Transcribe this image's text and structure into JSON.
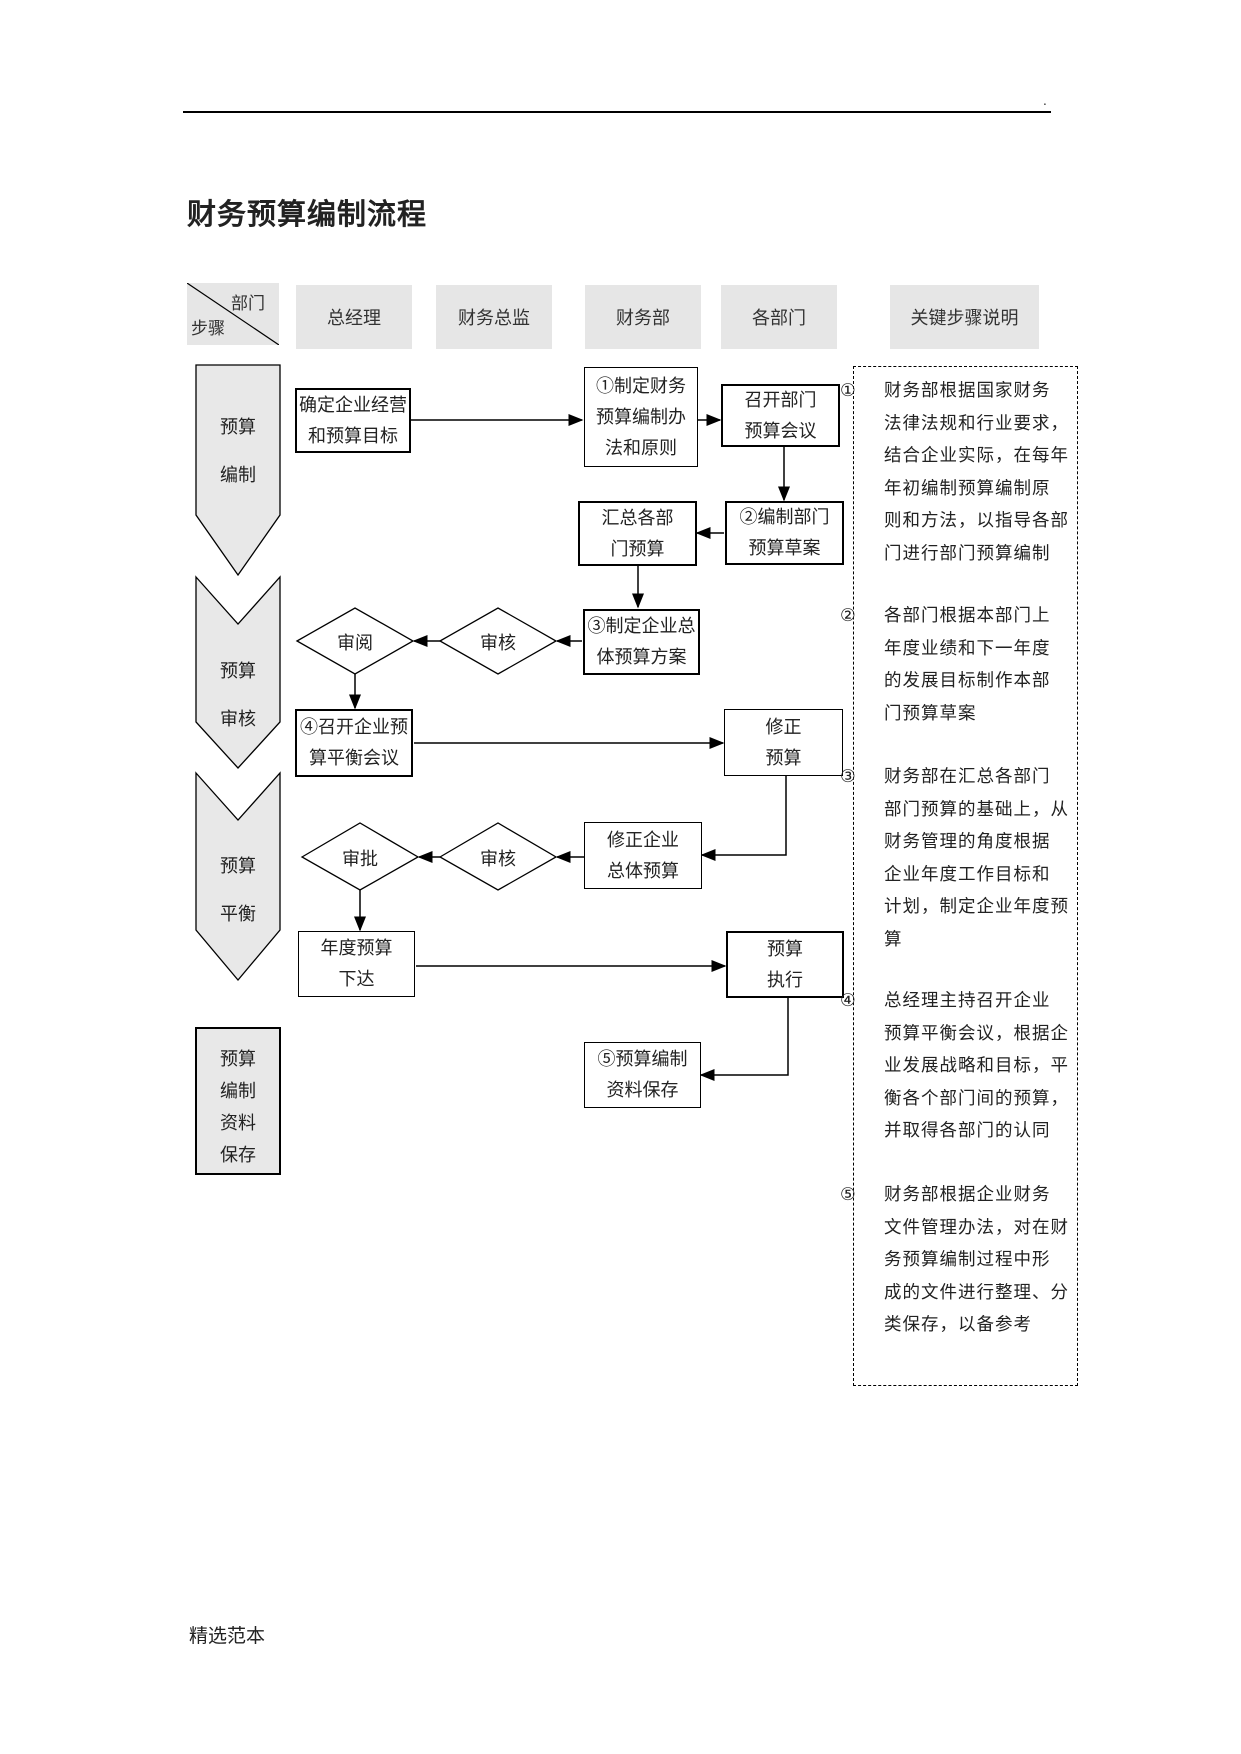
{
  "page": {
    "header_mark": ".",
    "title": "财务预算编制流程",
    "footer": "精选范本"
  },
  "table_header": {
    "corner_top": "部门",
    "corner_bottom": "步骤",
    "columns": [
      "总经理",
      "财务总监",
      "财务部",
      "各部门",
      "关键步骤说明"
    ]
  },
  "stages": [
    {
      "label": "预算\n编制"
    },
    {
      "label": "预算\n审核"
    },
    {
      "label": "预算\n平衡"
    },
    {
      "label": "预算\n编制\n资料\n保存"
    }
  ],
  "nodes": {
    "confirm_goals": "确定企业经营\n和预算目标",
    "make_methods": "①制定财务\n预算编制办\n法和原则",
    "dept_meeting": "召开部门\n预算会议",
    "dept_draft": "②编制部门\n预算草案",
    "summarize": "汇总各部\n门预算",
    "overall_plan": "③制定企业总\n体预算方案",
    "review1": "审核",
    "read1": "审阅",
    "balance_meeting": "④召开企业预\n算平衡会议",
    "revise_budget": "修正\n预算",
    "revise_overall": "修正企业\n总体预算",
    "review2": "审核",
    "approve": "审批",
    "annual_issue": "年度预算\n下达",
    "execute": "预算\n执行",
    "archive": "⑤预算编制\n资料保存"
  },
  "notes": [
    {
      "num": "①",
      "lines": [
        "财务部根据国家财务",
        "法律法规和行业要求，",
        "结合企业实际，在每年",
        "年初编制预算编制原",
        "则和方法，以指导各部",
        "门进行部门预算编制"
      ]
    },
    {
      "num": "②",
      "lines": [
        "各部门根据本部门上",
        "年度业绩和下一年度",
        "的发展目标制作本部",
        "门预算草案"
      ]
    },
    {
      "num": "③",
      "lines": [
        "财务部在汇总各部门",
        "部门预算的基础上，从",
        "财务管理的角度根据",
        "企业年度工作目标和",
        "计划，制定企业年度预",
        "算"
      ]
    },
    {
      "num": "④",
      "lines": [
        "总经理主持召开企业",
        "预算平衡会议，根据企",
        "业发展战略和目标，平",
        "衡各个部门间的预算，",
        "并取得各部门的认同"
      ]
    },
    {
      "num": "⑤",
      "lines": [
        "财务部根据企业财务",
        "文件管理办法，对在财",
        "务预算编制过程中形",
        "成的文件进行整理、分",
        "类保存，以备参考"
      ]
    }
  ],
  "colors": {
    "header_bg": "#e6e6e6",
    "stage_fill": "#e8e8e8",
    "line": "#000000"
  }
}
